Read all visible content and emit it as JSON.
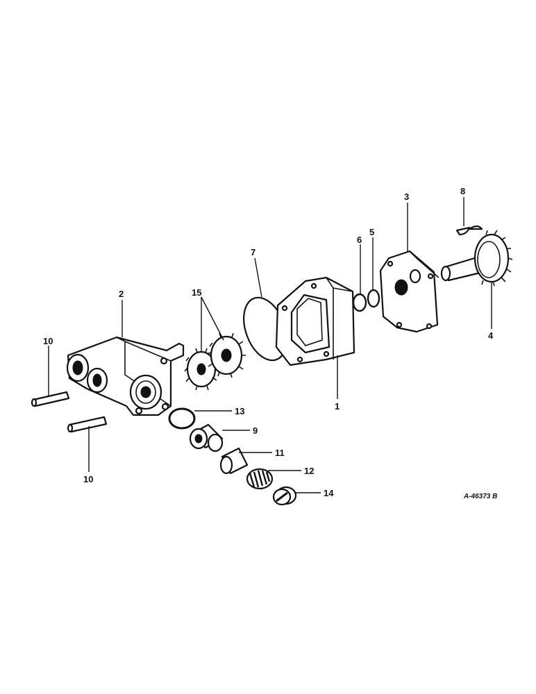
{
  "labels": {
    "p1": "1",
    "p2": "2",
    "p3": "3",
    "p4": "4",
    "p5": "5",
    "p6": "6",
    "p7": "7",
    "p8": "8",
    "p9": "9",
    "p10a": "10",
    "p10b": "10",
    "p11": "11",
    "p12": "12",
    "p13": "13",
    "p14": "14",
    "p15": "15"
  },
  "reference_code": "A-46373 B"
}
